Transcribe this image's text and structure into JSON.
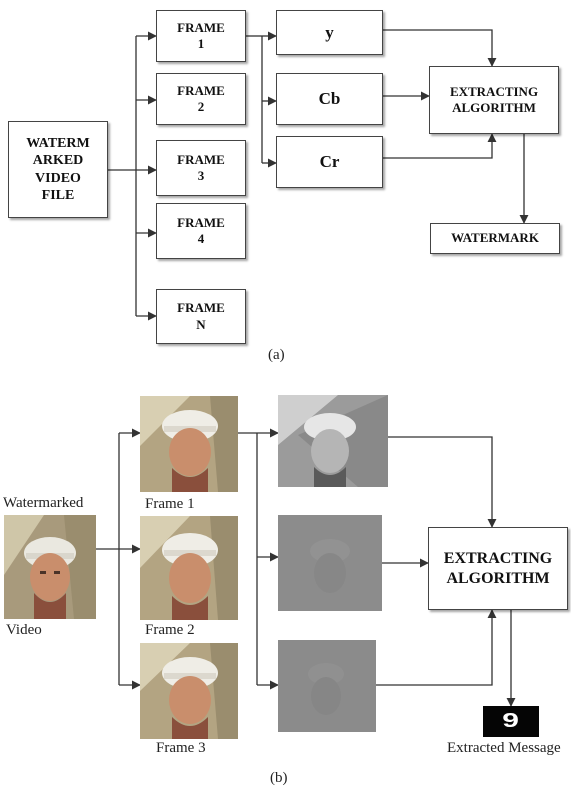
{
  "panel_a": {
    "caption": "(a)",
    "source": "WATERM\nARKED\nVIDEO\nFILE",
    "frames": [
      "FRAME\n1",
      "FRAME\n2",
      "FRAME\n3",
      "FRAME\n4",
      "FRAME\nN"
    ],
    "channels": [
      "y",
      "Cb",
      "Cr"
    ],
    "algorithm": "EXTRACTING\nALGORITHM",
    "output": "WATERMARK"
  },
  "panel_b": {
    "caption": "(b)",
    "video_label_top": "Watermarked",
    "video_label_bottom": "Video",
    "frame_labels": [
      "Frame 1",
      "Frame 2",
      "Frame 3"
    ],
    "algorithm": "EXTRACTING\nALGORITHM",
    "extracted_glyph": "9",
    "output_label": "Extracted Message"
  }
}
